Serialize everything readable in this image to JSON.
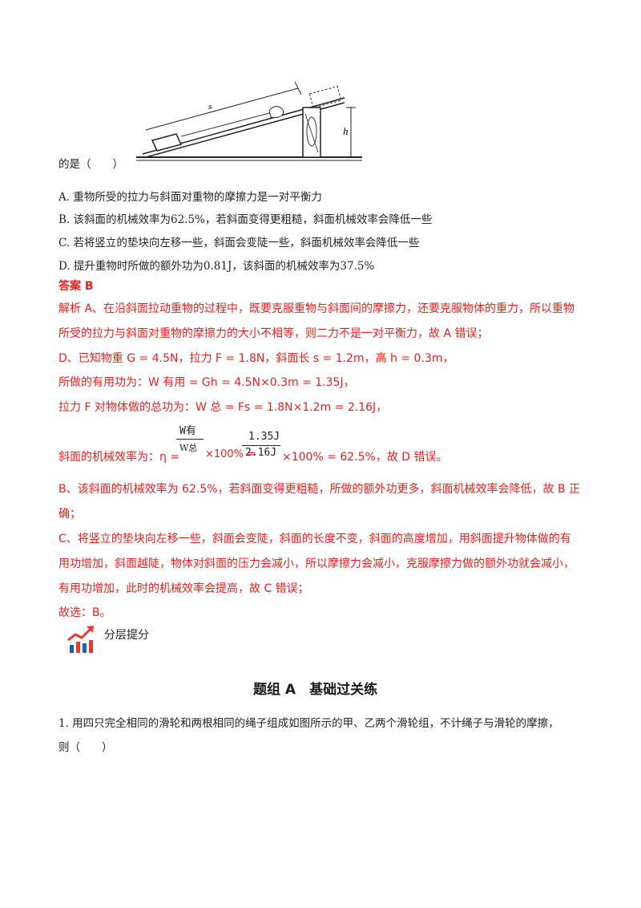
{
  "stem_tail": "的是（　　）",
  "options": [
    "A. 重物所受的拉力与斜面对重物的摩擦力是一对平衡力",
    "B. 该斜面的机械效率为62.5%，若斜面变得更粗糙，斜面机械效率会降低一些",
    "C. 若将竖立的垫块向左移一些，斜面会变陡一些，斜面机械效率会降低一些",
    "D. 提升重物时所做的额外功为0.81J，该斜面的机械效率为37.5%"
  ],
  "answer": "答案  B",
  "analysis": {
    "l1": "解析  A、在沿斜面拉动重物的过程中，既要克服重物与斜面间的摩擦力，还要克服物体的重力，所以重物",
    "l2": "所受的拉力与斜面对重物的摩擦力的大小不相等，则二力不是一对平衡力，故 A 错误；",
    "l3": "D、已知物重 G = 4.5N，拉力 F = 1.8N，斜面长 s = 1.2m，高 h = 0.3m，",
    "l4": "所做的有用功为：W 有用 = Gh = 4.5N×0.3m = 1.35J，",
    "l5": "拉力 F 对物体做的总功为：W 总 = Fs = 1.8N×1.2m = 2.16J，",
    "eta_prefix": "斜面的机械效率为：η =",
    "frac1_num": "W有",
    "frac1_den": "W总",
    "mid": "×100% =",
    "frac2_num": "1.35J",
    "frac2_den": "2.16J",
    "eta_suffix": "×100% = 62.5%，故 D 错误。",
    "l6": "B、该斜面的机械效率为 62.5%，若斜面变得更粗糙，所做的额外功更多，斜面机械效率会降低，故 B 正",
    "l7": "确；",
    "l8": "C、将竖立的垫块向左移一些，斜面会变陡，斜面的长度不变，斜面的高度增加，用斜面提升物体做的有",
    "l9": "用功增加，斜面越陡，物体对斜面的压力会减小，所以摩擦力会减小，克服摩擦力做的额外功就会减小，",
    "l10": "有用功增加，此时的机械效率会提高，故 C 错误；",
    "l11": "故选：B。"
  },
  "section_label": "分层提分",
  "group_title": "题组 A　基础过关练",
  "q1_l1": "1. 用四只完全相同的滑轮和两根相同的绳子组成如图所示的甲、乙两个滑轮组，不计绳子与滑轮的摩擦，",
  "q1_l2": "则（　　）",
  "figure_labels": {
    "s": "s",
    "h": "h"
  },
  "colors": {
    "red": "#e8201c",
    "icon_red": "#e53935",
    "icon_blue": "#1e5bbf"
  }
}
